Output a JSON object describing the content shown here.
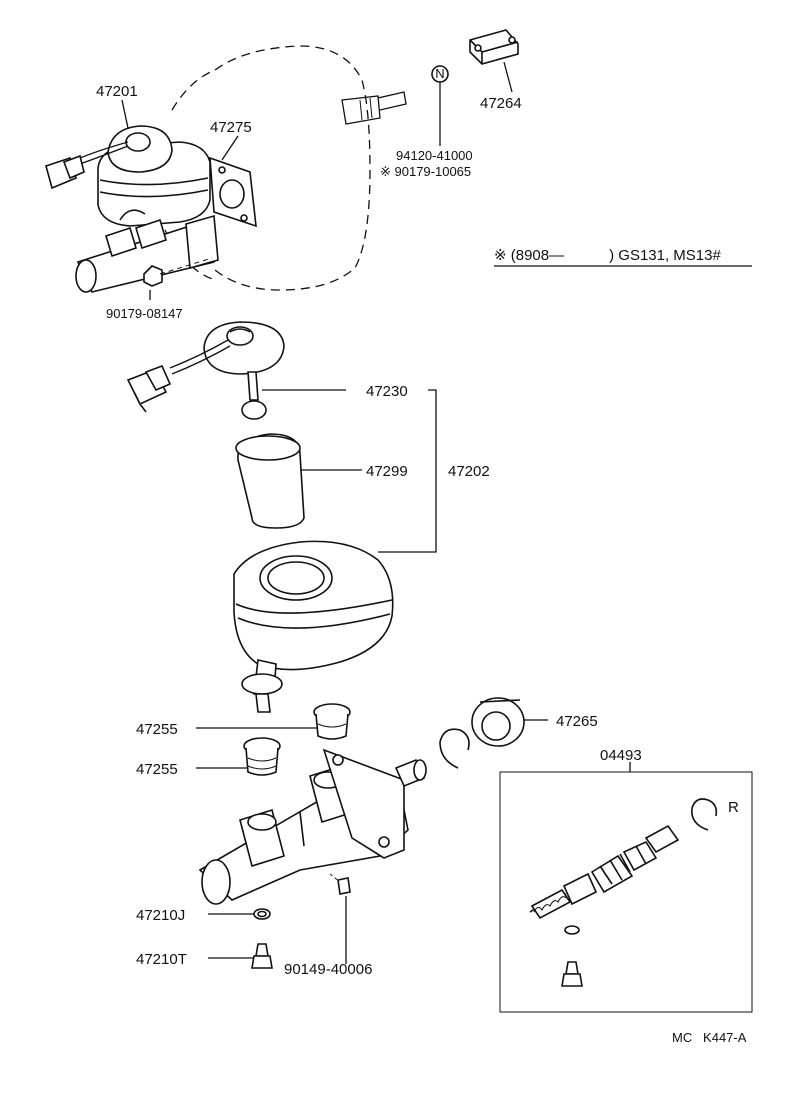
{
  "labels": {
    "p47201": "47201",
    "p47275": "47275",
    "p47264": "47264",
    "p94120": "94120-41000",
    "p90179b": "※ 90179-10065",
    "p90179a": "90179-08147",
    "p47230": "47230",
    "p47299": "47299",
    "p47202": "47202",
    "p47255a": "47255",
    "p47255b": "47255",
    "p47265": "47265",
    "p04493": "04493",
    "p47210j": "47210J",
    "p47210t": "47210T",
    "p90149": "90149-40006"
  },
  "note": {
    "mark": "※",
    "text": "(8908―　　　) GS131, MS13#"
  },
  "n_mark": "N",
  "kit_mark": "R",
  "footer": "MC   K447-A"
}
